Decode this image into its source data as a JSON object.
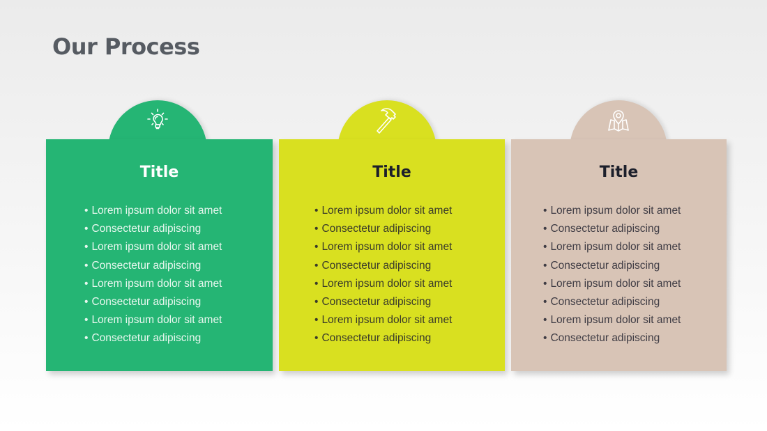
{
  "page": {
    "title": "Our Process"
  },
  "cards": [
    {
      "icon": "lightbulb-icon",
      "color": "#25b574",
      "title_color": "#ffffff",
      "text_color": "#e8f7ef",
      "title": "Title",
      "items": [
        "Lorem ipsum dolor sit amet",
        "Consectetur adipiscing",
        "Lorem ipsum dolor sit amet",
        "Consectetur adipiscing",
        "Lorem ipsum dolor sit amet",
        "Consectetur adipiscing",
        "Lorem ipsum dolor sit amet",
        "Consectetur adipiscing"
      ]
    },
    {
      "icon": "hammer-icon",
      "color": "#d9e020",
      "title_color": "#1c1f2b",
      "text_color": "#3a3b2a",
      "title": "Title",
      "items": [
        "Lorem ipsum dolor sit amet",
        "Consectetur adipiscing",
        "Lorem ipsum dolor sit amet",
        "Consectetur adipiscing",
        "Lorem ipsum dolor sit amet",
        "Consectetur adipiscing",
        "Lorem ipsum dolor sit amet",
        "Consectetur adipiscing"
      ]
    },
    {
      "icon": "map-pin-icon",
      "color": "#d8c4b6",
      "title_color": "#1c1f2b",
      "text_color": "#3f3c44",
      "title": "Title",
      "items": [
        "Lorem ipsum dolor sit amet",
        "Consectetur adipiscing",
        "Lorem ipsum dolor sit amet",
        "Consectetur adipiscing",
        "Lorem ipsum dolor sit amet",
        "Consectetur adipiscing",
        "Lorem ipsum dolor sit amet",
        "Consectetur adipiscing"
      ]
    }
  ]
}
